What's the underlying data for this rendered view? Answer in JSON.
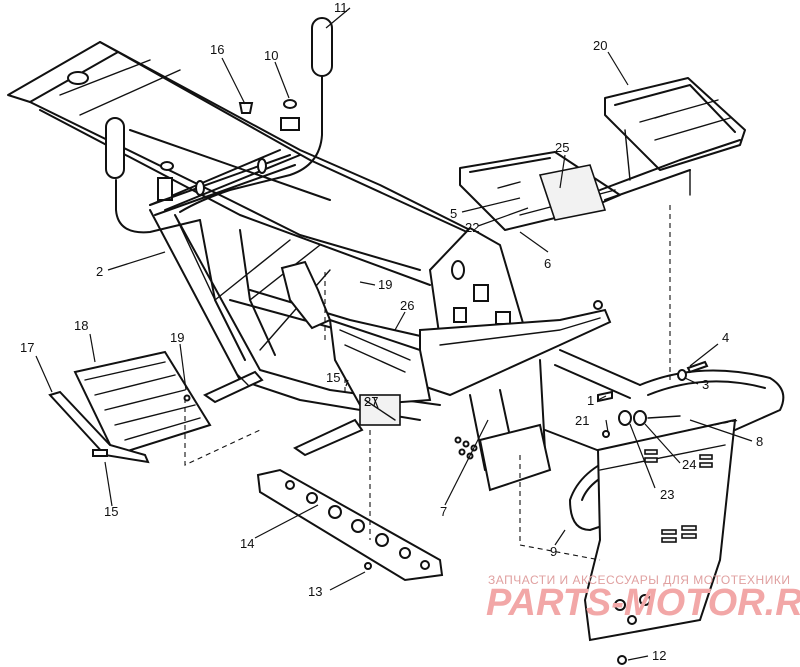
{
  "callouts": {
    "c1": "1",
    "c2": "2",
    "c3": "3",
    "c4": "4",
    "c5": "5",
    "c6": "6",
    "c7": "7",
    "c8": "8",
    "c9": "9",
    "c10": "10",
    "c11": "11",
    "c12": "12",
    "c13": "13",
    "c14": "14",
    "c15a": "15",
    "c15b": "15",
    "c16": "16",
    "c17": "17",
    "c18": "18",
    "c19a": "19",
    "c19b": "19",
    "c20": "20",
    "c21": "21",
    "c22": "22",
    "c23": "23",
    "c24": "24",
    "c25": "25",
    "c26": "26",
    "c27": "27"
  },
  "watermark": {
    "tagline": "ЗАПЧАСТИ И АКСЕССУАРЫ ДЛЯ МОТОТЕХНИКИ",
    "brand": "PARTS-MOTOR.RU"
  }
}
